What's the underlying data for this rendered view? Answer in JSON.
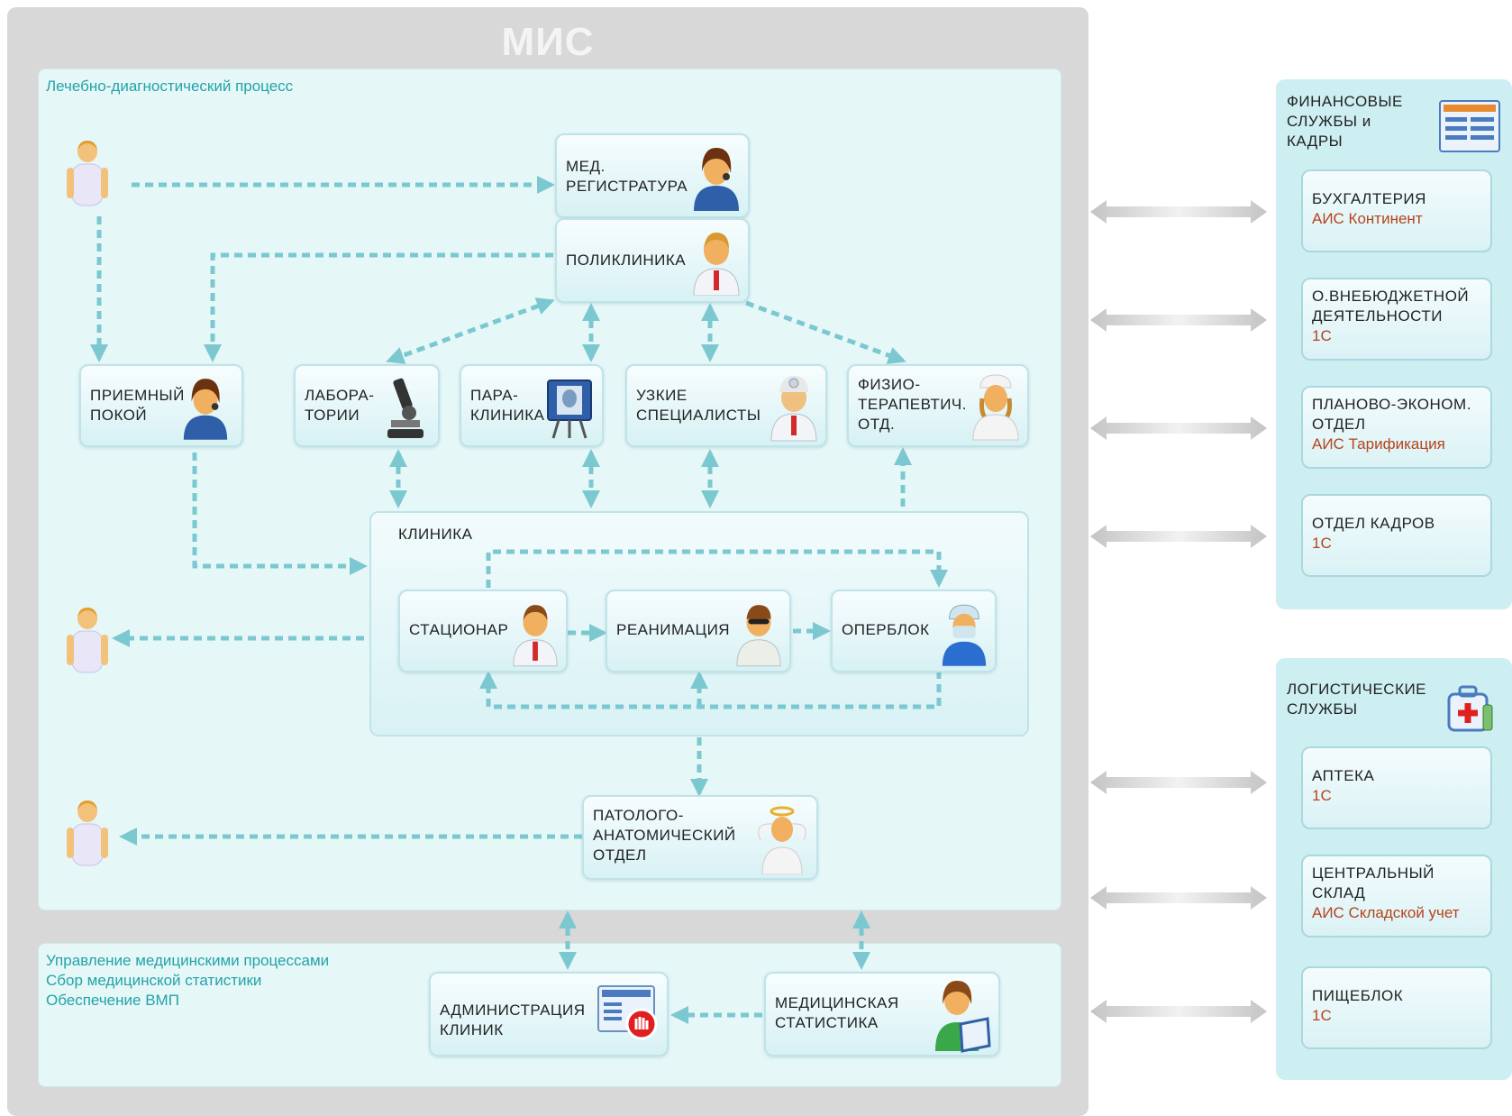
{
  "title": "МИС",
  "areas": {
    "process_caption": "Лечебно-диагностический процесс",
    "management_caption": "Управление медицинскими процессами\nСбор медицинской статистики\nОбеспечение ВМП"
  },
  "nodes": {
    "registry": "МЕД.\nРЕГИСТРАТУРА",
    "polyclinic": "ПОЛИКЛИНИКА",
    "admission": "ПРИЕМНЫЙ\nПОКОЙ",
    "labs": "ЛАБОРА-\nТОРИИ",
    "paraclinic": "ПАРА-\nКЛИНИКА",
    "specialists": "УЗКИЕ\nСПЕЦИАЛИСТЫ",
    "physio": "ФИЗИО-\nТЕРАПЕВТИЧ.\nОТД.",
    "clinic": "КЛИНИКА",
    "hospital": "СТАЦИОНАР",
    "icu": "РЕАНИМАЦИЯ",
    "surgery": "ОПЕРБЛОК",
    "pathology": "ПАТОЛОГО-\nАНАТОМИЧЕСКИЙ\nОТДЕЛ",
    "admin": "АДМИНИСТРАЦИЯ\nКЛИНИК",
    "statistics": "МЕДИЦИНСКАЯ\nСТАТИСТИКА"
  },
  "finance": {
    "title": "ФИНАНСОВЫЕ\nСЛУЖБЫ и\nКАДРЫ",
    "items": [
      {
        "name": "БУХГАЛТЕРИЯ",
        "system": "АИС Континент"
      },
      {
        "name": "О.ВНЕБЮДЖЕТНОЙ\nДЕЯТЕЛЬНОСТИ",
        "system": "1С"
      },
      {
        "name": "ПЛАНОВО-ЭКОНОМ.\nОТДЕЛ",
        "system": "АИС Тарификация"
      },
      {
        "name": "ОТДЕЛ  КАДРОВ",
        "system": "1С"
      }
    ]
  },
  "logistics": {
    "title": "ЛОГИСТИЧЕСКИЕ\nСЛУЖБЫ",
    "items": [
      {
        "name": "АПТЕКА",
        "system": "1С"
      },
      {
        "name": "ЦЕНТРАЛЬНЫЙ\nСКЛАД",
        "system": "АИС Складской учет"
      },
      {
        "name": "ПИЩЕБЛОК",
        "system": "1С"
      }
    ]
  },
  "colors": {
    "flow_arrow": "#7cc8d0",
    "integration_arrow": "#c8c8c8",
    "caption": "#22a3a8",
    "system_text": "#b5441c"
  }
}
